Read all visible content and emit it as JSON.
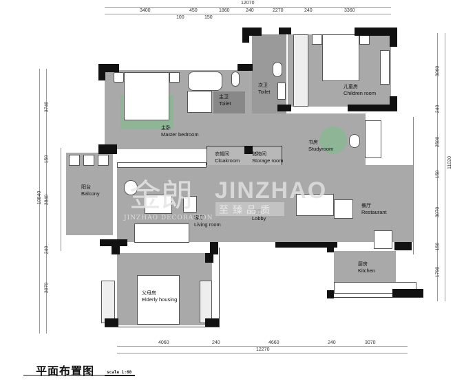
{
  "title": "平面布置图",
  "scale": "scale 1:60",
  "watermark": {
    "brand_en": "JINZHAO",
    "brand_cn_big": "金朗",
    "brand_tagline_cn": "至臻品质",
    "decoration": "JINZHAO  DECORATION"
  },
  "dimensions": {
    "top_total": "12070",
    "top_segments": [
      "3400",
      "450",
      "1860",
      "240",
      "2270",
      "240",
      "3360"
    ],
    "top_sub": [
      "100",
      "150"
    ],
    "bottom_segments": [
      "4060",
      "240",
      "4660",
      "240",
      "3070"
    ],
    "bottom_total": "12270",
    "left_total": "10840",
    "left_segments": [
      "3740",
      "150",
      "3840",
      "240",
      "3070"
    ],
    "right_total": "11020",
    "right_segments": [
      "3060",
      "240",
      "2500",
      "150",
      "3070",
      "150",
      "1790"
    ]
  },
  "rooms": {
    "master_bedroom": {
      "cn": "主卧",
      "en": "Master bedroom"
    },
    "master_toilet": {
      "cn": "主卫",
      "en": "Toilet"
    },
    "second_toilet": {
      "cn": "次卫",
      "en": "Toilet"
    },
    "children_room": {
      "cn": "儿童房",
      "en": "Children room"
    },
    "study_room": {
      "cn": "书房",
      "en": "Studyroom"
    },
    "cloakroom": {
      "cn": "衣帽间",
      "en": "Cloakroom"
    },
    "storage_room": {
      "cn": "储物间",
      "en": "Storage room"
    },
    "balcony": {
      "cn": "阳台",
      "en": "Balcony"
    },
    "living_room": {
      "cn": "客厅",
      "en": "Living room"
    },
    "lobby": {
      "cn": "门厅",
      "en": "Lobby"
    },
    "restaurant": {
      "cn": "餐厅",
      "en": "Restaurant"
    },
    "kitchen": {
      "cn": "厨房",
      "en": "Kitchen"
    },
    "elderly_housing": {
      "cn": "父母房",
      "en": "Elderly housing"
    }
  },
  "colors": {
    "floor": "#a9a9a9",
    "wall": "#111111",
    "rug": "#8fb597"
  }
}
